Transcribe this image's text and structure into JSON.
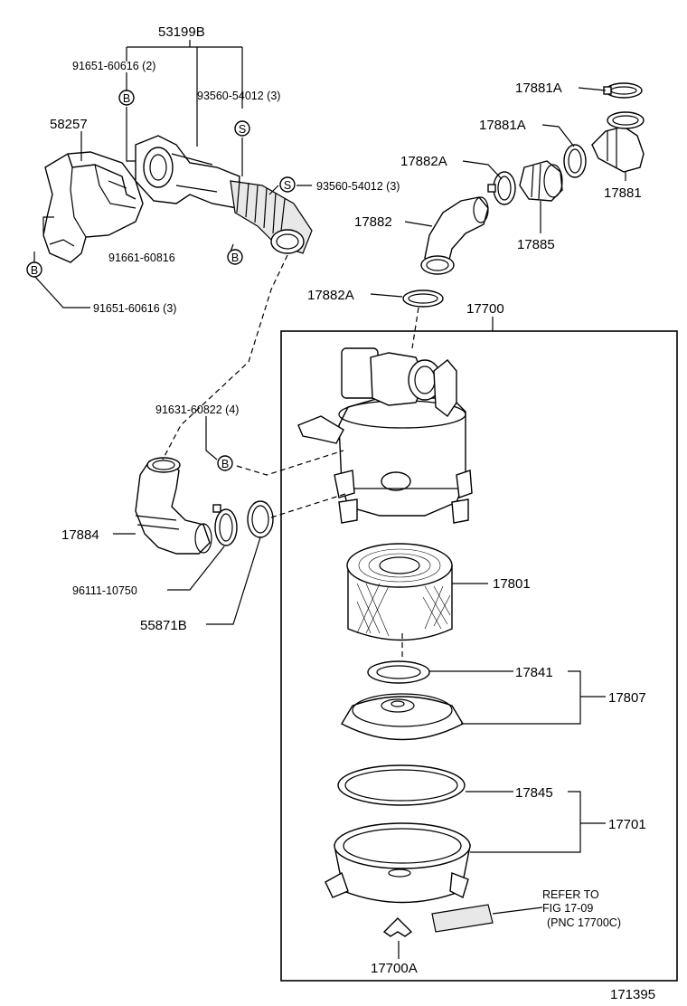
{
  "diagram": {
    "figure_number": "171395",
    "labels": {
      "p53199b": "53199B",
      "p91651_2": "91651-60616 (2)",
      "p93560_3a": "93560-54012 (3)",
      "p58257": "58257",
      "p93560_3b": "93560-54012 (3)",
      "p91661": "91661-60816",
      "p91651_3": "91651-60616 (3)",
      "p17881a_top": "17881A",
      "p17881a_mid": "17881A",
      "p17882a_top": "17882A",
      "p17881": "17881",
      "p17882": "17882",
      "p17885": "17885",
      "p17882a_bot": "17882A",
      "p17700": "17700",
      "p91631": "91631-60822 (4)",
      "p17884": "17884",
      "p96111": "96111-10750",
      "p55871b": "55871B",
      "p17801": "17801",
      "p17841": "17841",
      "p17807": "17807",
      "p17845": "17845",
      "p17701": "17701",
      "refer_line1": "REFER TO",
      "refer_line2": "FIG 17-09",
      "refer_line3": "(PNC 17700C)",
      "p17700a": "17700A"
    },
    "markers": {
      "b": "B",
      "s": "S"
    }
  }
}
